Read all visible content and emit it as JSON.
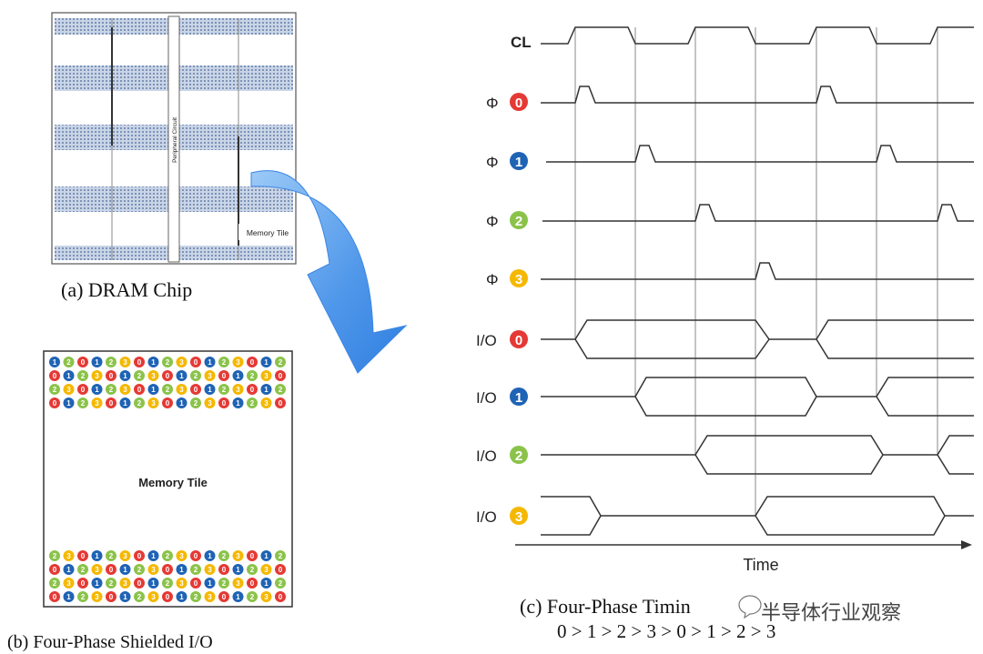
{
  "colors": {
    "phase": [
      "#e53935",
      "#1f63b5",
      "#8bc34a",
      "#f5b800"
    ],
    "chip_band": "#7b93b8",
    "arrow": "#5aa2ef",
    "signal": "#333333"
  },
  "dram_chip": {
    "peripheral_label": "Peripheral Circuit",
    "tile_label": "Memory Tile",
    "caption": "(a) DRAM Chip"
  },
  "shielded_io": {
    "tile_label": "Memory Tile",
    "caption": "(b) Four-Phase Shielded I/O",
    "top_rows": [
      [
        1,
        2,
        0,
        1,
        2,
        3,
        0,
        1,
        2,
        3,
        0,
        1,
        2,
        3,
        0,
        1,
        2
      ],
      [
        0,
        1,
        2,
        3,
        0,
        1,
        2,
        3,
        0,
        1,
        2,
        3,
        0,
        1,
        2,
        3,
        0
      ],
      [
        2,
        3,
        0,
        1,
        2,
        3,
        0,
        1,
        2,
        3,
        0,
        1,
        2,
        3,
        0,
        1,
        2
      ],
      [
        0,
        1,
        2,
        3,
        0,
        1,
        2,
        3,
        0,
        1,
        2,
        3,
        0,
        1,
        2,
        3,
        0
      ]
    ],
    "bottom_rows": [
      [
        2,
        3,
        0,
        1,
        2,
        3,
        0,
        1,
        2,
        3,
        0,
        1,
        2,
        3,
        0,
        1,
        2
      ],
      [
        0,
        1,
        2,
        3,
        0,
        1,
        2,
        3,
        0,
        1,
        2,
        3,
        0,
        1,
        2,
        3,
        0
      ],
      [
        2,
        3,
        0,
        1,
        2,
        3,
        0,
        1,
        2,
        3,
        0,
        1,
        2,
        3,
        0,
        1,
        2
      ],
      [
        0,
        1,
        2,
        3,
        0,
        1,
        2,
        3,
        0,
        1,
        2,
        3,
        0,
        1,
        2,
        3,
        0
      ]
    ]
  },
  "timing": {
    "clock_label": "CL",
    "phase_prefix": "Φ",
    "io_prefix": "I/O",
    "digits": [
      "0",
      "1",
      "2",
      "3"
    ],
    "time_label": "Time",
    "caption_line1": "(c) Four-Phase Timin",
    "caption_line2": "0 > 1 > 2 > 3 > 0 > 1 > 2 > 3"
  },
  "watermark": "半导体行业观察"
}
